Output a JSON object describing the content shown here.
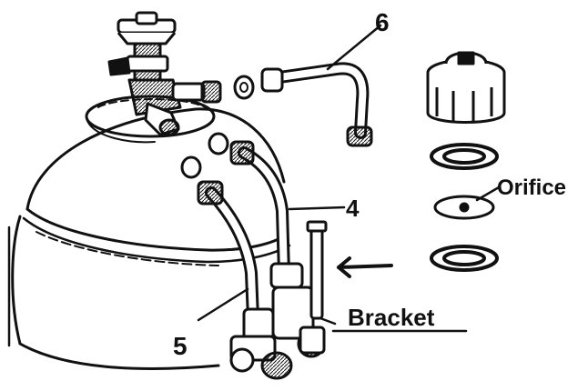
{
  "labels": {
    "six": "6",
    "four": "4",
    "five": "5",
    "orifice": "Orifice",
    "bracket": "Bracket"
  },
  "colors": {
    "ink": "#111111",
    "paper": "#ffffff",
    "shade": "#555555"
  }
}
